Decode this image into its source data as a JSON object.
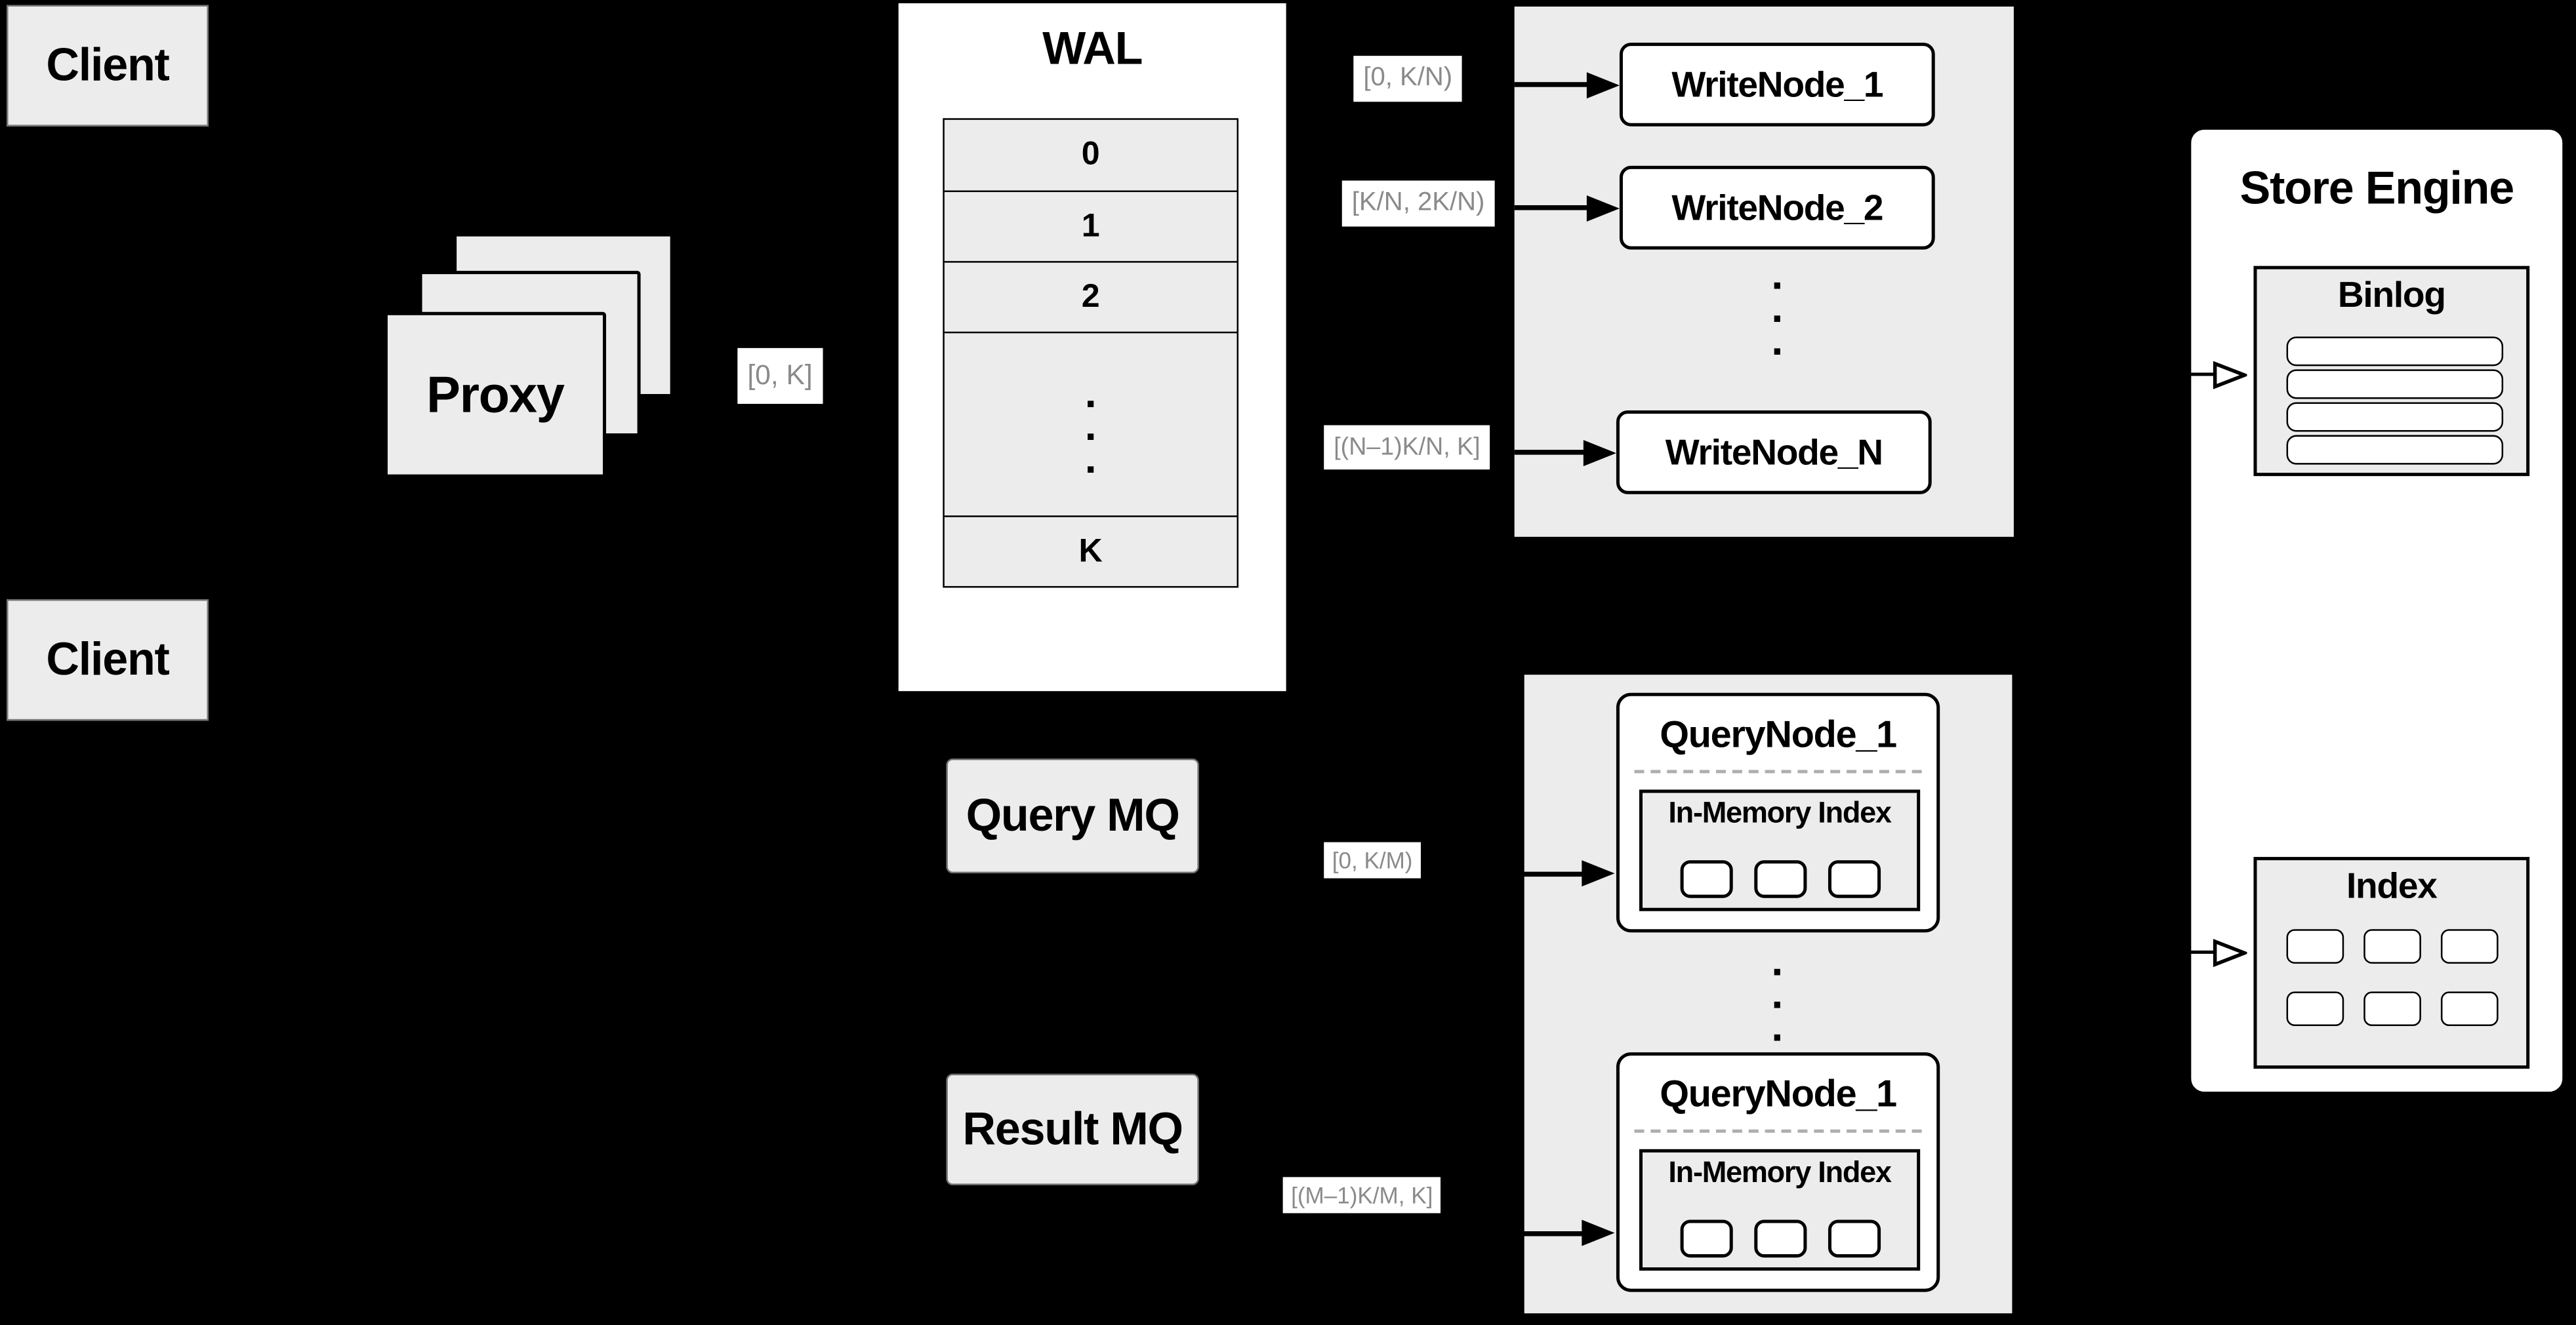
{
  "colors": {
    "background": "#000000",
    "panel_gray": "#ececec",
    "node_white": "#ffffff",
    "border": "#000000",
    "range_label_text": "#8a8a8a"
  },
  "client_top": {
    "label": "Client"
  },
  "client_bottom": {
    "label": "Client"
  },
  "proxy": {
    "label": "Proxy",
    "range_label": "[0, K]"
  },
  "wal": {
    "title": "WAL",
    "slots": [
      "0",
      "1",
      "2"
    ],
    "ellipsis": [
      ".",
      ".",
      "."
    ],
    "last_slot": "K"
  },
  "write_cluster": {
    "ellipsis": [
      ".",
      ".",
      "."
    ],
    "nodes": [
      {
        "label": "WriteNode_1",
        "range": "[0, K/N)"
      },
      {
        "label": "WriteNode_2",
        "range": "[K/N, 2K/N)"
      },
      {
        "label": "WriteNode_N",
        "range": "[(N–1)K/N, K]"
      }
    ]
  },
  "query_mq": {
    "label": "Query MQ"
  },
  "result_mq": {
    "label": "Result MQ"
  },
  "query_cluster": {
    "ellipsis": [
      ".",
      ".",
      "."
    ],
    "nodes": [
      {
        "title": "QueryNode_1",
        "index_title": "In-Memory Index",
        "range": "[0, K/M)"
      },
      {
        "title": "QueryNode_1",
        "index_title": "In-Memory Index",
        "range": "[(M–1)K/M, K]"
      }
    ]
  },
  "store_engine": {
    "title": "Store Engine",
    "binlog": {
      "title": "Binlog"
    },
    "index": {
      "title": "Index"
    }
  }
}
